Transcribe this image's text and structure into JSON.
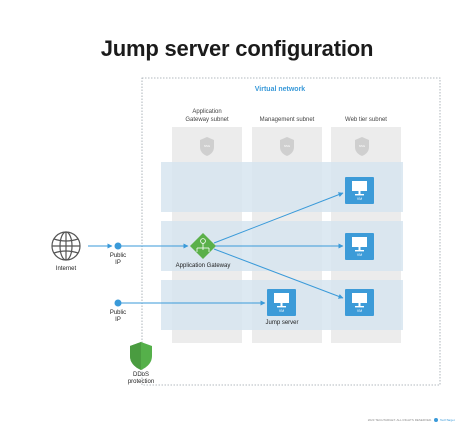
{
  "title": "Jump server configuration",
  "virtual_network": {
    "label": "Virtual network"
  },
  "subnets": [
    {
      "label": "Application\nGateway subnet",
      "nsg": "NSG"
    },
    {
      "label": "Management subnet",
      "nsg": "NSG"
    },
    {
      "label": "Web tier subnet",
      "nsg": "NSG"
    }
  ],
  "nodes": {
    "internet": "Internet",
    "public_ip_1": "Public\nIP",
    "public_ip_2": "Public\nIP",
    "app_gateway": "Application Gateway",
    "jump_server": "Jump server",
    "jump_vm": "VM",
    "web_vms": [
      "VM",
      "VM",
      "VM"
    ],
    "ddos": "DDoS\nprotection"
  },
  "footer": {
    "copyright": "2023 TECHTARGET. ALL RIGHTS RESERVED.",
    "brand": "TechTarget"
  },
  "colors": {
    "accent": "#3a9ad9",
    "row_band": "#dde8f1",
    "subnet_column": "#ececec",
    "shield_gray": "#cfcfcf",
    "shield_green": "#55b04a",
    "gateway_green": "#5bb04a",
    "vm_blue": "#3c9bd8",
    "line_blue": "#3a9ad9"
  },
  "icons": [
    "globe-icon",
    "shield-icon",
    "gateway-icon",
    "monitor-icon"
  ]
}
